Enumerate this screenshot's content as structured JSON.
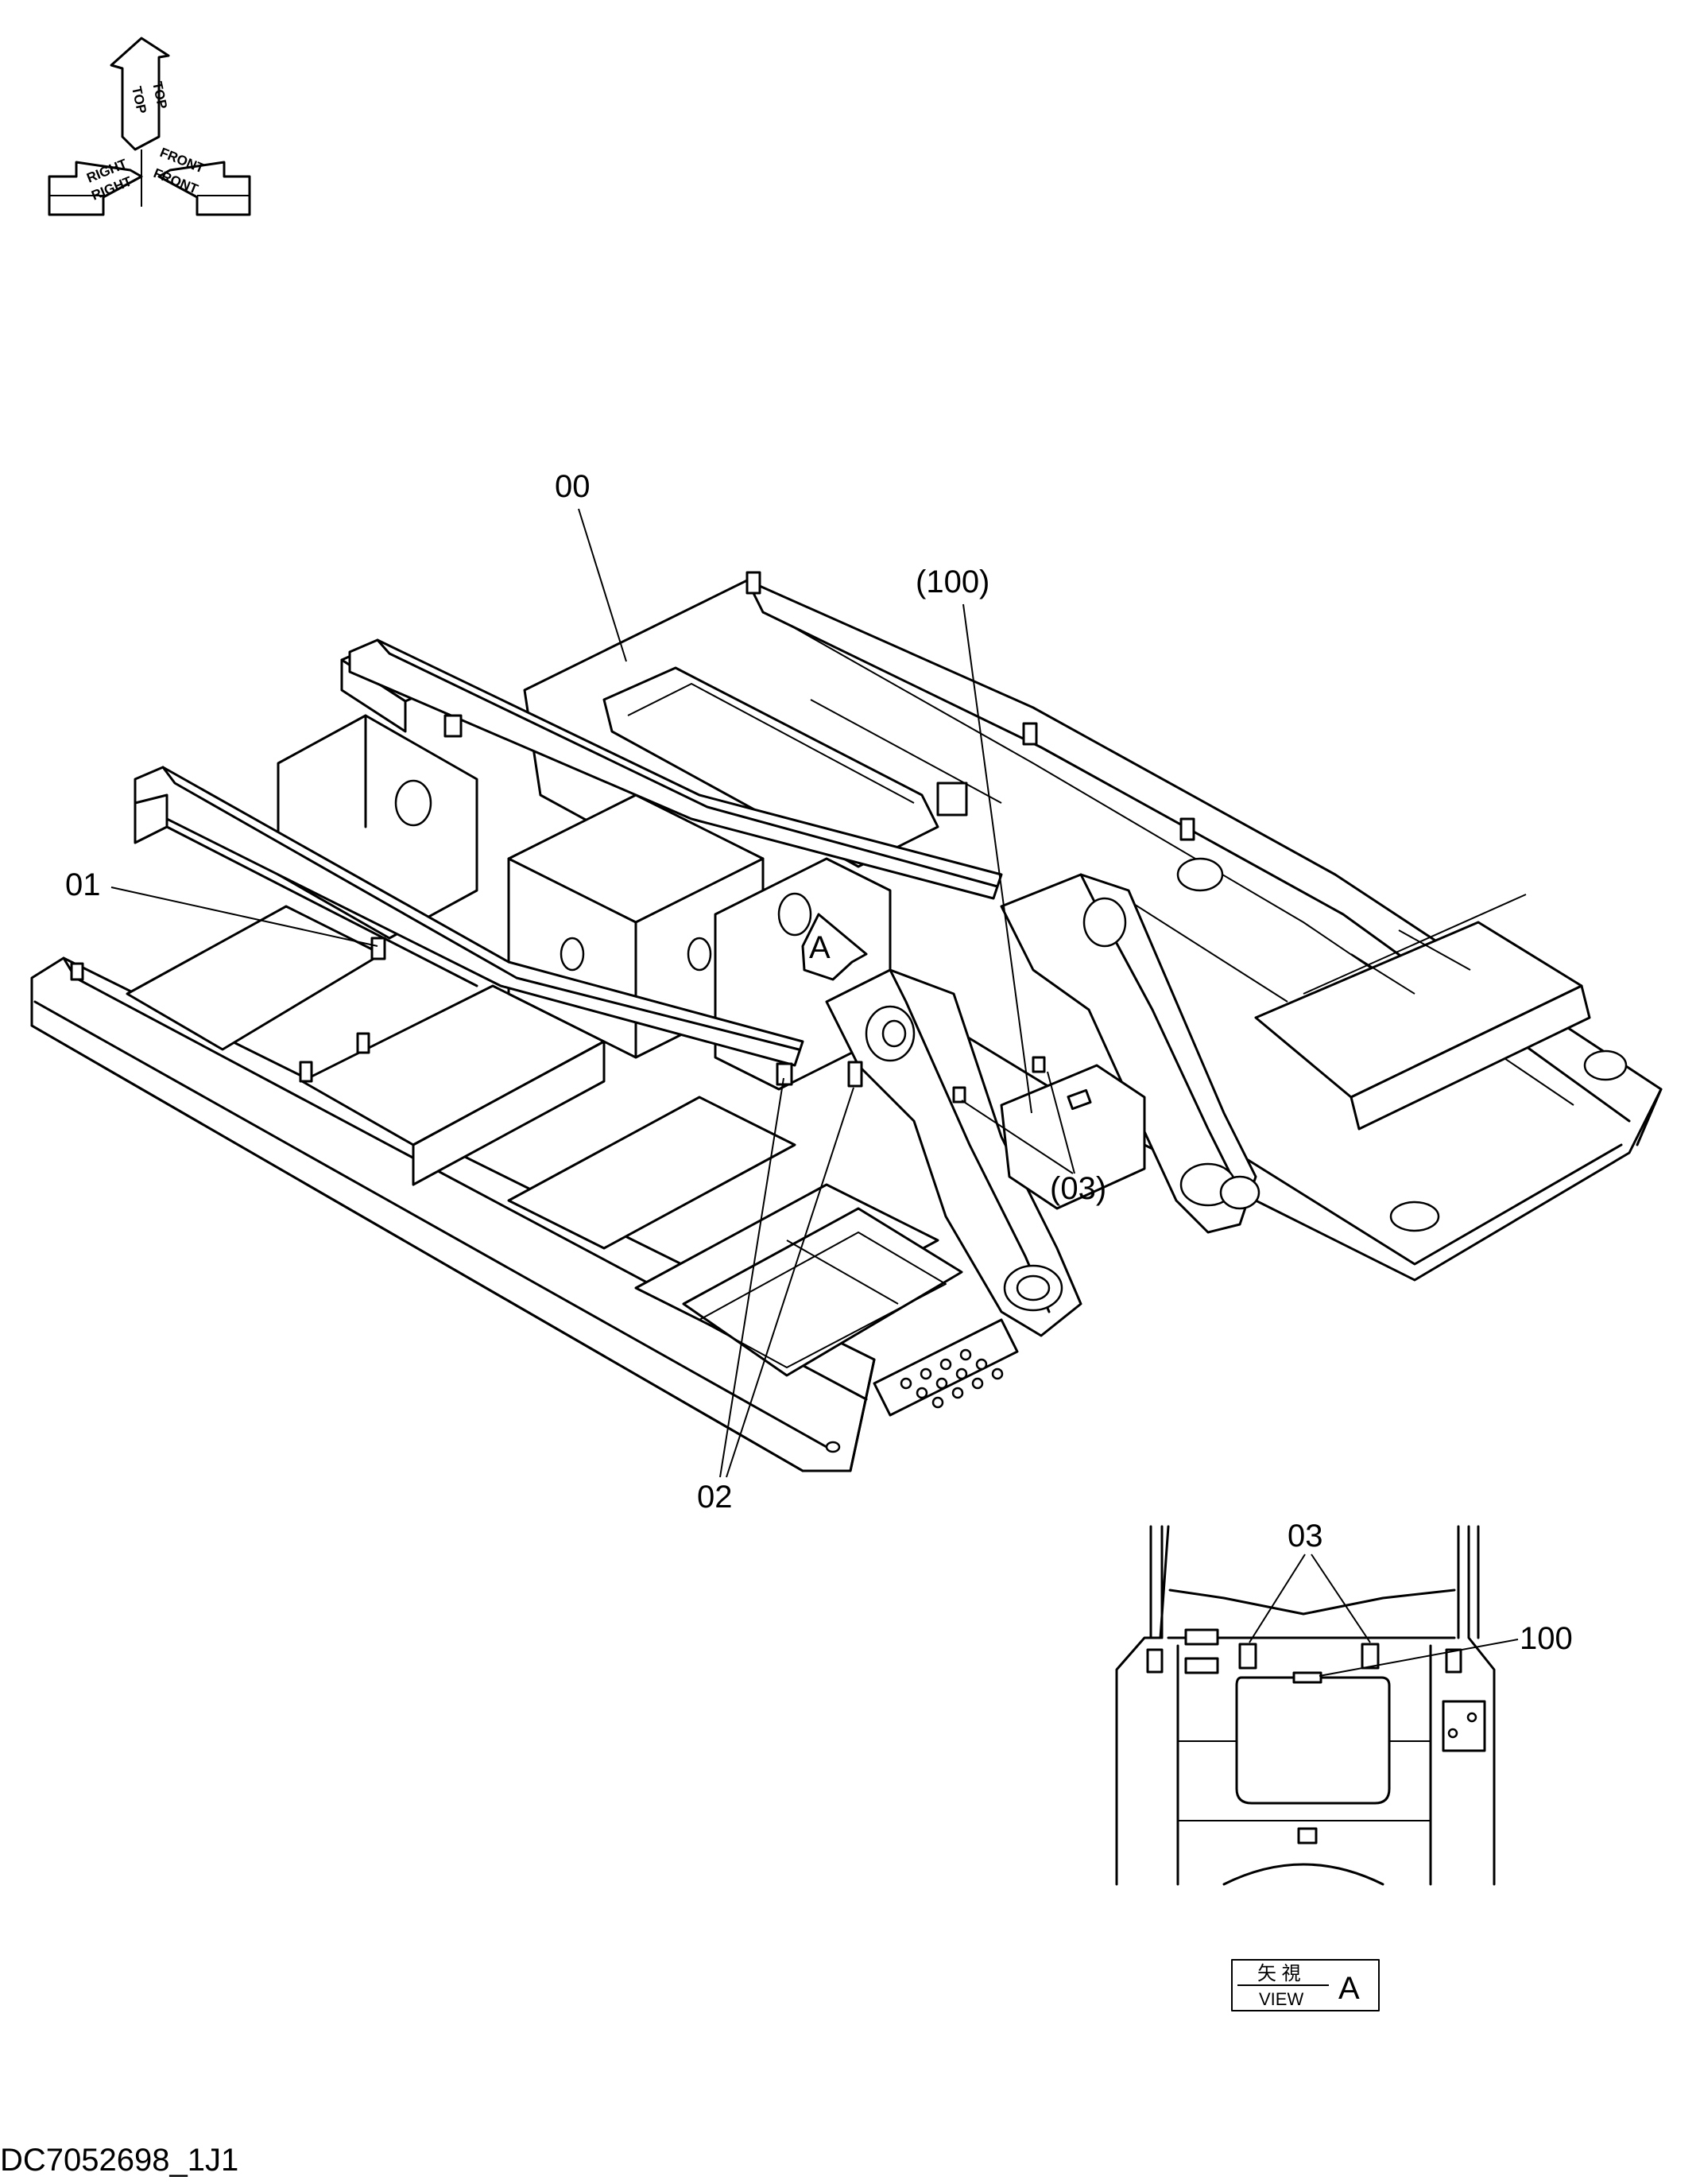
{
  "orientation": {
    "labels": [
      "TOP",
      "TOP",
      "RIGHT",
      "RIGHT",
      "FRONT",
      "FRONT"
    ]
  },
  "callouts": {
    "main_frame": "00",
    "bracket": "01",
    "clip": "02",
    "clip_ref": "(03)",
    "plate_ref": "(100)"
  },
  "view_a": {
    "arrow_label": "A",
    "clip": "03",
    "plate": "100",
    "label_jp": "矢 視",
    "label_en": "VIEW",
    "label_letter": "A"
  },
  "document_id": "DC7052698_1J1"
}
